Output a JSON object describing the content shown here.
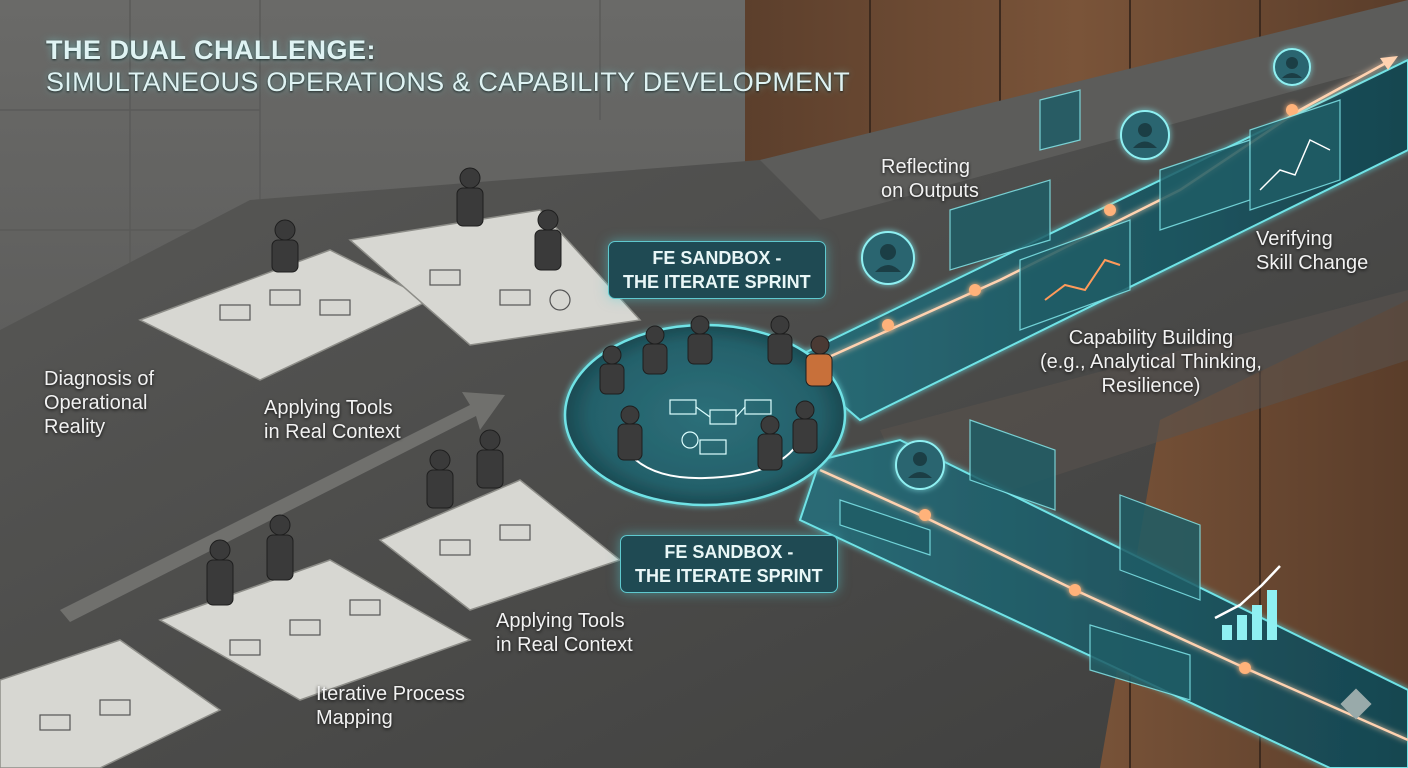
{
  "title": {
    "line1": "THE DUAL CHALLENGE:",
    "line2": "SIMULTANEOUS OPERATIONS & CAPABILITY DEVELOPMENT"
  },
  "labels": {
    "diagnosis": [
      "Diagnosis of",
      "Operational",
      "Reality"
    ],
    "applying_tools_upper": [
      "Applying Tools",
      "in Real Context"
    ],
    "applying_tools_lower": [
      "Applying Tools",
      "in Real Context"
    ],
    "iterative_mapping": [
      "Iterative Process",
      "Mapping"
    ],
    "reflecting": [
      "Reflecting",
      "on Outputs"
    ],
    "verifying": [
      "Verifying",
      "Skill Change"
    ],
    "capability": [
      "Capability Building",
      "(e.g., Analytical Thinking,",
      "Resilience)"
    ]
  },
  "sandbox_upper": [
    "FE SANDBOX -",
    "THE ITERATE SPRINT"
  ],
  "sandbox_lower": [
    "FE SANDBOX -",
    "THE ITERATE SPRINT"
  ],
  "colors": {
    "concrete": "#4b4b4b",
    "wood": "#6b4a34",
    "teal_path": "#1d5560",
    "glow": "#6fe3e6",
    "node": "#ffb27a"
  }
}
